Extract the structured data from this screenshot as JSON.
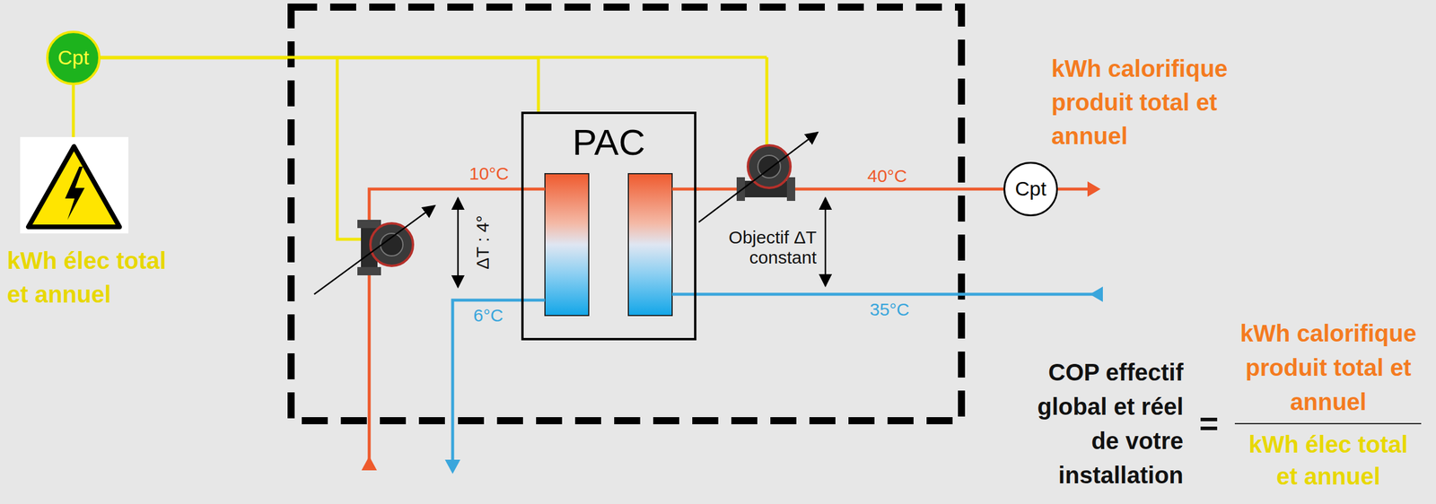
{
  "diagram": {
    "nodes": [
      {
        "text": [
          "Cpt"
        ]
      },
      {
        "text": [
          "PAC"
        ]
      },
      {
        "text": [
          "Cpt"
        ]
      }
    ],
    "edges": [
      {
        "from": 0,
        "to": 1,
        "arrow": "none"
      },
      {
        "from": 1,
        "to": 2,
        "arrow": "none"
      }
    ],
    "labels": [
      "kWh élec total et annuel",
      "10°C",
      "6°C",
      "ΔT : 4°",
      "40°C",
      "35°C",
      "Objectif ΔT constant",
      "kWh calorifique produit total et annuel",
      "COP effectif global et réel de votre installation",
      "=",
      "kWh calorifique produit total et annuel",
      "kWh élec total et annuel"
    ]
  }
}
